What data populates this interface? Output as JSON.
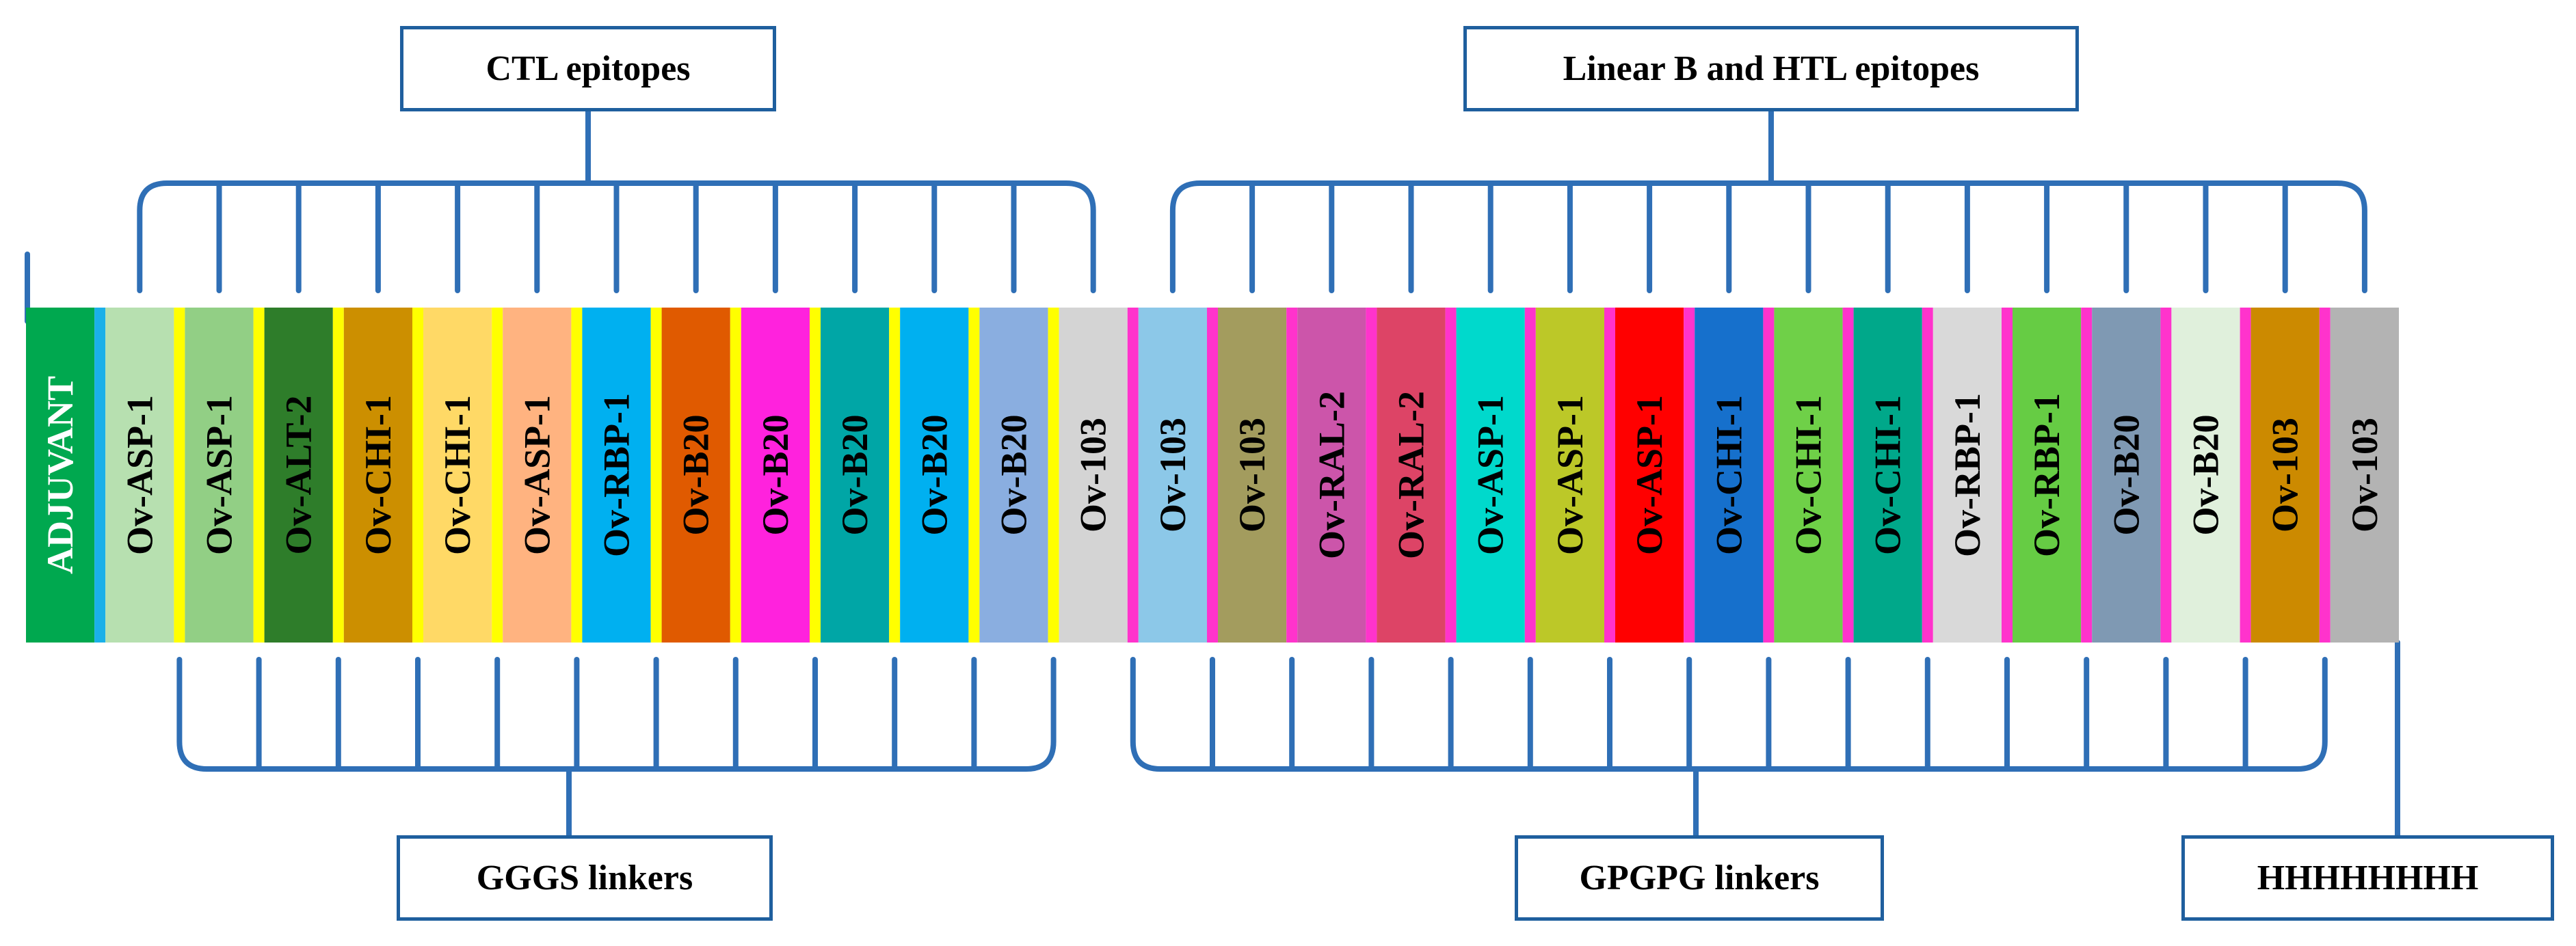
{
  "labels": {
    "ctl": "CTL epitopes",
    "linear": "Linear B and HTL epitopes",
    "gggs": "GGGS linkers",
    "gpgpg": "GPGPG linkers",
    "his": "HHHHHHHH"
  },
  "colors": {
    "bracket": "#2f6fb6",
    "box_border": "#1f5f9e",
    "gggs_linker": "#ffff00",
    "gpgpg_linker": "#ff33cc",
    "adjuvant_linker": "#1ab0e8"
  },
  "segments": [
    {
      "label": "ADJUVANT",
      "color": "#00a84f",
      "text_color": "#ffffff"
    },
    {
      "label": "Ov-ASP-1",
      "color": "#b7e0b0",
      "text_color": "#000000"
    },
    {
      "label": "Ov-ASP-1",
      "color": "#92cf85",
      "text_color": "#000000"
    },
    {
      "label": "Ov-ALT-2",
      "color": "#2e7d2a",
      "text_color": "#000000"
    },
    {
      "label": "Ov-CHI-1",
      "color": "#cc8f00",
      "text_color": "#000000"
    },
    {
      "label": "Ov-CHI-1",
      "color": "#ffd966",
      "text_color": "#000000"
    },
    {
      "label": "Ov-ASP-1",
      "color": "#ffb380",
      "text_color": "#000000"
    },
    {
      "label": "Ov-RBP-1",
      "color": "#00b0f0",
      "text_color": "#000000"
    },
    {
      "label": "Ov-B20",
      "color": "#e05a00",
      "text_color": "#000000"
    },
    {
      "label": "Ov-B20",
      "color": "#ff22dd",
      "text_color": "#000000"
    },
    {
      "label": "Ov-B20",
      "color": "#00a6a6",
      "text_color": "#000000"
    },
    {
      "label": "Ov-B20",
      "color": "#00b0f0",
      "text_color": "#000000"
    },
    {
      "label": "Ov-B20",
      "color": "#8aaee0",
      "text_color": "#000000"
    },
    {
      "label": "Ov-103",
      "color": "#d4d4d4",
      "text_color": "#000000"
    },
    {
      "label": "Ov-103",
      "color": "#8cc8e8",
      "text_color": "#000000"
    },
    {
      "label": "Ov-103",
      "color": "#a39c5e",
      "text_color": "#000000"
    },
    {
      "label": "Ov-RAL-2",
      "color": "#cc55aa",
      "text_color": "#000000"
    },
    {
      "label": "Ov-RAL-2",
      "color": "#dd4466",
      "text_color": "#000000"
    },
    {
      "label": "Ov-ASP-1",
      "color": "#00d9cc",
      "text_color": "#000000"
    },
    {
      "label": "Ov-ASP-1",
      "color": "#bcc828",
      "text_color": "#000000"
    },
    {
      "label": "Ov-ASP-1",
      "color": "#ff0000",
      "text_color": "#000000"
    },
    {
      "label": "Ov-CHI-1",
      "color": "#1670cc",
      "text_color": "#000000"
    },
    {
      "label": "Ov-CHI-1",
      "color": "#6fd048",
      "text_color": "#000000"
    },
    {
      "label": "Ov-CHI-1",
      "color": "#00a88a",
      "text_color": "#000000"
    },
    {
      "label": "Ov-RBP-1",
      "color": "#d9d9d9",
      "text_color": "#000000"
    },
    {
      "label": "Ov-RBP-1",
      "color": "#66cc44",
      "text_color": "#000000"
    },
    {
      "label": "Ov-B20",
      "color": "#7f99b3",
      "text_color": "#000000"
    },
    {
      "label": "Ov-B20",
      "color": "#e0f0dc",
      "text_color": "#000000"
    },
    {
      "label": "Ov-103",
      "color": "#cc8a00",
      "text_color": "#000000"
    },
    {
      "label": "Ov-103",
      "color": "#b3b3b3",
      "text_color": "#000000"
    }
  ]
}
